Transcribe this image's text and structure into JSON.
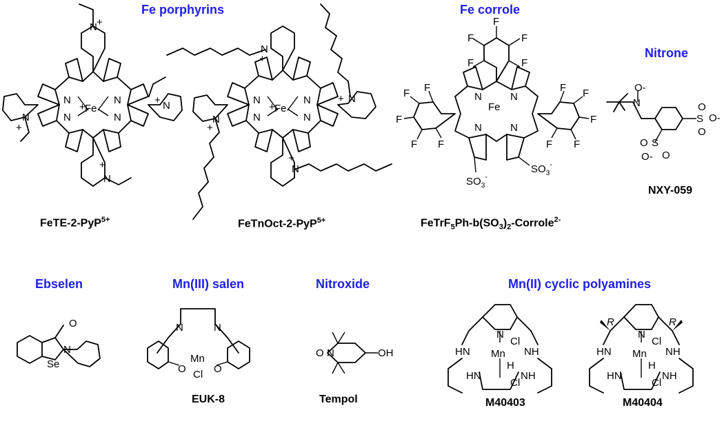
{
  "headings": {
    "fe_porphyrins": "Fe porphyrins",
    "fe_corrole": "Fe corrole",
    "nitrone": "Nitrone",
    "ebselen": "Ebselen",
    "mn_salen": "Mn(III) salen",
    "nitroxide": "Nitroxide",
    "mn_polyamines": "Mn(II) cyclic polyamines"
  },
  "compounds": {
    "fete": {
      "name": "FeTE-2-PyP",
      "charge": "5+"
    },
    "fetnoct": {
      "name": "FeTnOct-2-PyP",
      "charge": "5+"
    },
    "corrole": {
      "name_a": "FeTrF",
      "sub1": "5",
      "name_b": "Ph-b(SO",
      "sub2": "3",
      "name_c": ")",
      "sub3": "2",
      "name_d": "-Corrole",
      "charge": "2-"
    },
    "nxy": {
      "name": "NXY-059"
    },
    "euk8": {
      "name": "EUK-8"
    },
    "tempol": {
      "name": "Tempol"
    },
    "m40403": {
      "name": "M40403"
    },
    "m40404": {
      "name": "M40404"
    }
  },
  "atom_labels": {
    "fe": "Fe",
    "n": "N",
    "plus": "+",
    "f": "F",
    "o": "O",
    "mn": "Mn",
    "cl": "Cl",
    "se": "Se",
    "oh": "OH",
    "hn": "HN",
    "nh": "NH",
    "h": "H",
    "s": "S",
    "so3": "SO",
    "sub3": "3",
    "minus": "-",
    "o_minus": "O-",
    "r": "R"
  },
  "colors": {
    "heading": "#1f1fe6",
    "text": "#000000"
  }
}
